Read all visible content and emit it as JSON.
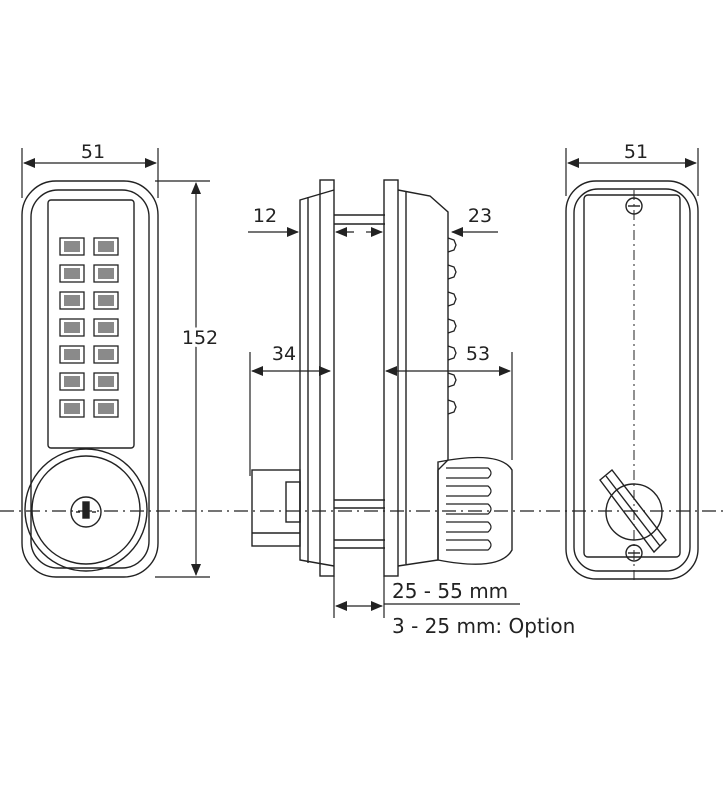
{
  "front_view": {
    "width_label": "51",
    "height_label": "152"
  },
  "side_view": {
    "dim_left_top": "12",
    "dim_right_top": "23",
    "dim_left_mid": "34",
    "dim_right_mid": "53",
    "door_thickness": "25 - 55 mm",
    "door_thickness_option": "3 - 25 mm: Option"
  },
  "back_view": {
    "width_label": "51"
  },
  "colors": {
    "stroke": "#222222",
    "button_fill": "#8a8a8a",
    "background": "#ffffff"
  }
}
